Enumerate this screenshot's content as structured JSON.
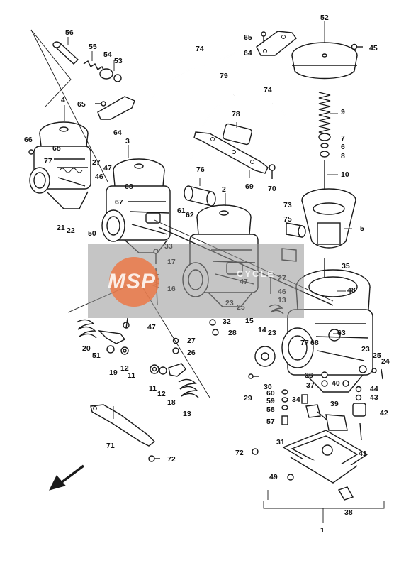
{
  "diagram": {
    "type": "exploded-parts-diagram",
    "subject": "carburetor assembly",
    "watermark": {
      "text": "MSP",
      "subtext": "CYCLE"
    },
    "callouts": [
      "1",
      "2",
      "3",
      "4",
      "5",
      "6",
      "7",
      "8",
      "9",
      "10",
      "11",
      "11",
      "12",
      "12",
      "13",
      "13",
      "14",
      "15",
      "16",
      "17",
      "18",
      "19",
      "20",
      "21",
      "22",
      "23",
      "23",
      "24",
      "25",
      "25",
      "26",
      "27",
      "27",
      "27",
      "28",
      "29",
      "30",
      "31",
      "32",
      "33",
      "34",
      "35",
      "36",
      "37",
      "38",
      "39",
      "40",
      "41",
      "42",
      "43",
      "44",
      "45",
      "46",
      "46",
      "47",
      "47",
      "47",
      "48",
      "49",
      "50",
      "51",
      "52",
      "53",
      "54",
      "55",
      "56",
      "57",
      "58",
      "59",
      "60",
      "61",
      "62",
      "63",
      "64",
      "64",
      "65",
      "65",
      "66",
      "67",
      "68",
      "68",
      "68",
      "69",
      "70",
      "71",
      "72",
      "72",
      "73",
      "74",
      "74",
      "75",
      "76",
      "77",
      "77",
      "78",
      "79"
    ]
  }
}
